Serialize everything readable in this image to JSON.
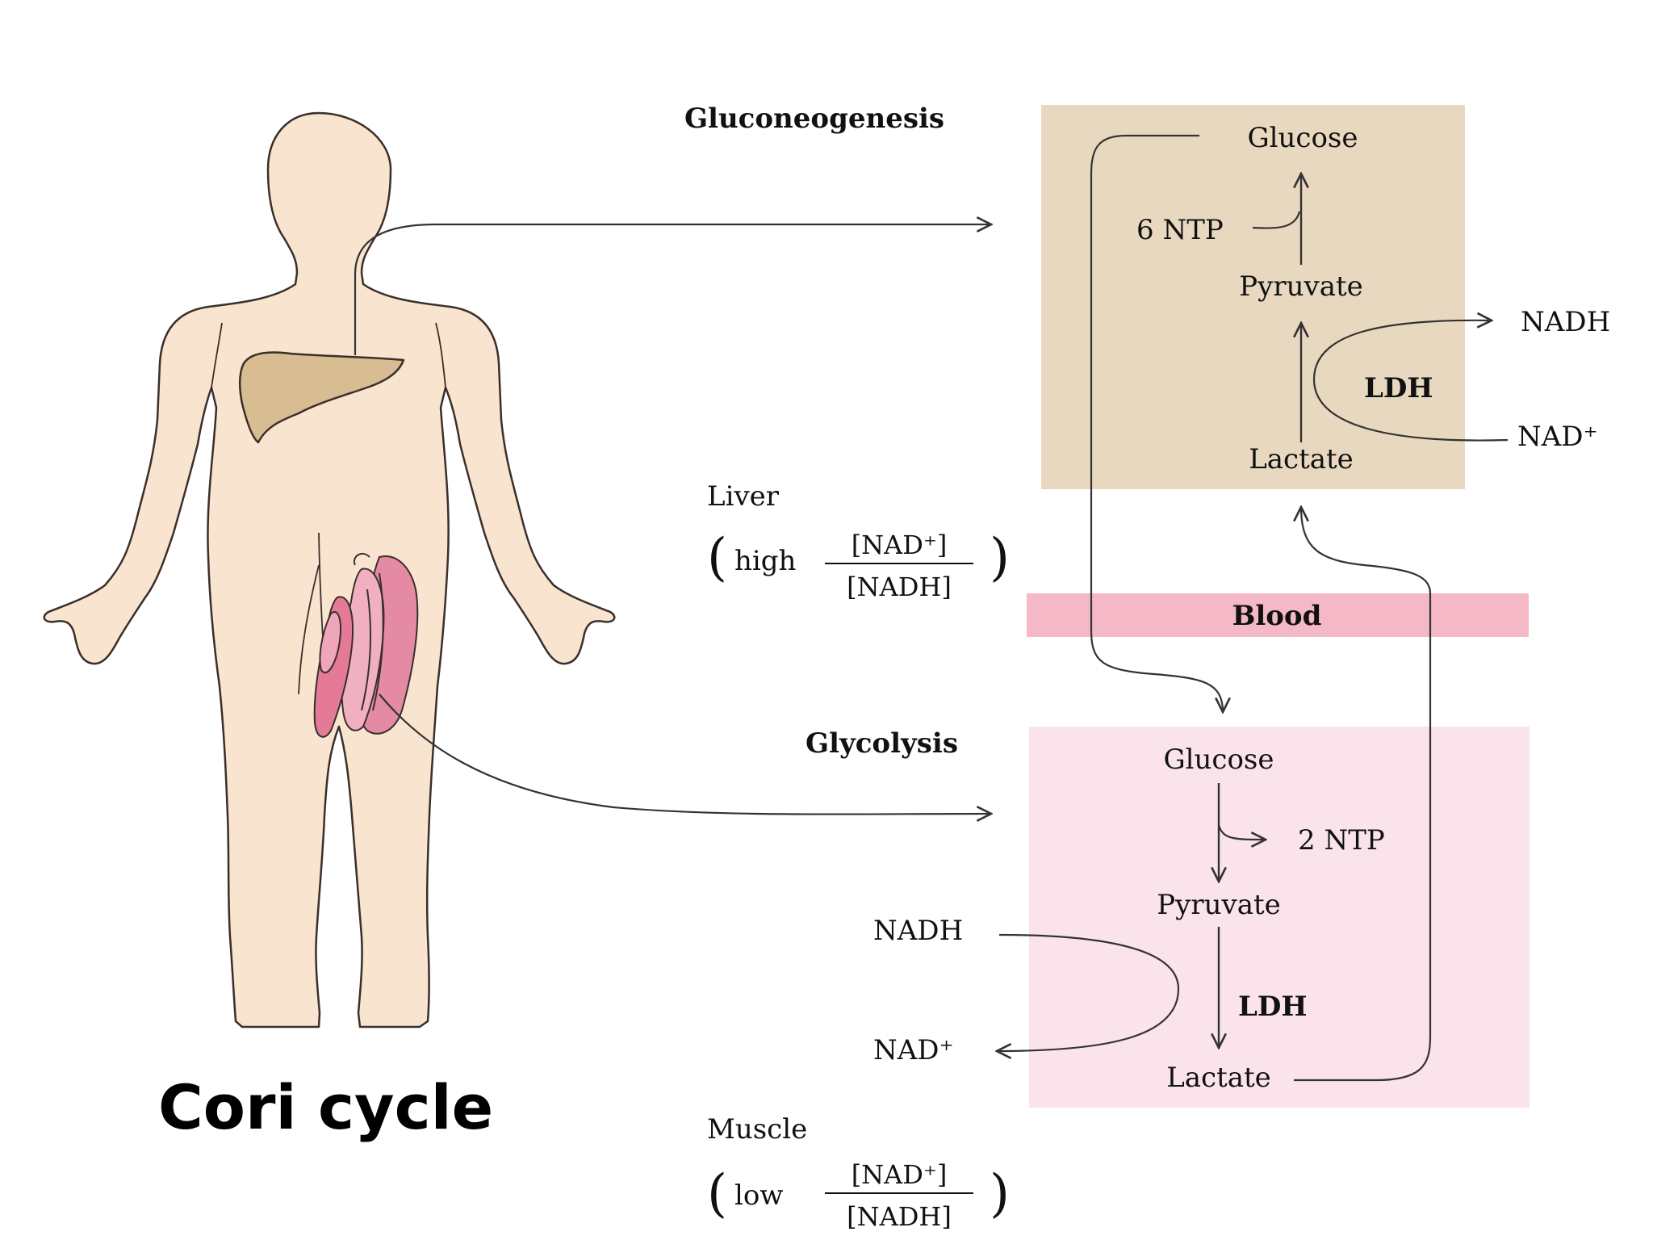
{
  "caption": "Cori cycle",
  "liver_panel": {
    "title": "Gluconeogenesis",
    "glucose": "Glucose",
    "ntp": "6 NTP",
    "pyruvate": "Pyruvate",
    "ldh": "LDH",
    "lactate": "Lactate",
    "nadh": "NADH",
    "nad_plus": "NAD⁺",
    "organ": "Liver",
    "ratio_word": "high",
    "ratio_num": "[NAD⁺]",
    "ratio_den": "[NADH]"
  },
  "blood": "Blood",
  "muscle_panel": {
    "title": "Glycolysis",
    "glucose": "Glucose",
    "ntp": "2 NTP",
    "pyruvate": "Pyruvate",
    "ldh": "LDH",
    "lactate": "Lactate",
    "nadh": "NADH",
    "nad_plus": "NAD⁺",
    "organ": "Muscle",
    "ratio_word": "low",
    "ratio_num": "[NAD⁺]",
    "ratio_den": "[NADH]"
  },
  "colors": {
    "liver_box": "#e9d8c0",
    "blood_band": "#f4b8c6",
    "muscle_box": "#fbe3ec",
    "body_fill": "#f9e4d0",
    "body_stroke": "#3a2f2a",
    "liver_organ": "#d8bc92",
    "muscle_fill": "#e58aa4",
    "arrow": "#333333"
  }
}
